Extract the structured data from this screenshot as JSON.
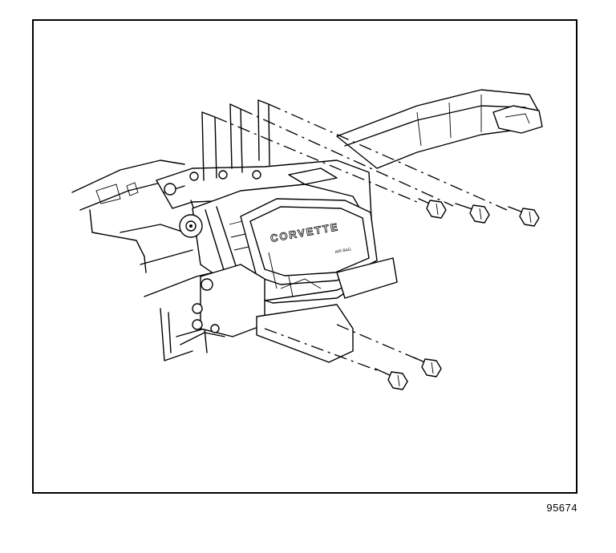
{
  "figure": {
    "number": "95674",
    "module_badge": "CORVETTE",
    "module_subtext": "AIR BAG"
  },
  "colors": {
    "ink": "#000000",
    "paper": "#ffffff"
  }
}
